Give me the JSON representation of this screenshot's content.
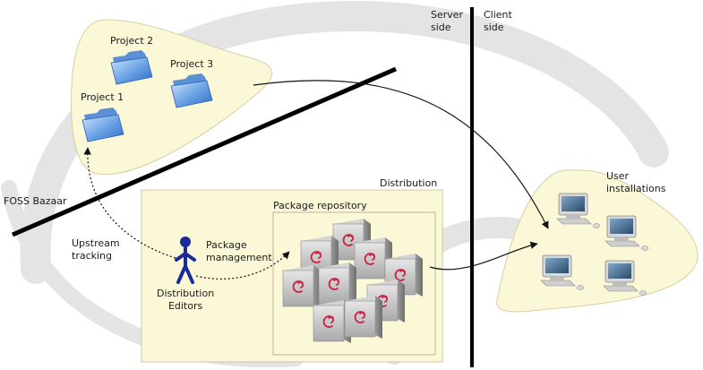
{
  "bazaar": {
    "label": "FOSS Bazaar",
    "projects": [
      {
        "label": "Project 2"
      },
      {
        "label": "Project 3"
      },
      {
        "label": "Project 1"
      }
    ]
  },
  "divider": {
    "server_line1": "Server",
    "server_line2": "side",
    "client_line1": "Client",
    "client_line2": "side"
  },
  "distribution": {
    "label": "Distribution",
    "repository_label": "Package repository",
    "upstream_line1": "Upstream",
    "upstream_line2": "tracking",
    "package_line1": "Package",
    "package_line2": "management",
    "editors_line1": "Distribution",
    "editors_line2": "Editors"
  },
  "client": {
    "line1": "User",
    "line2": "installations"
  },
  "colors": {
    "cream_fill": "#fbf8d8",
    "cream_stroke": "#d6d0a3",
    "person": "#1b2a9a",
    "swirl": "#cc2244",
    "background_swirl": "#e4e4e4"
  }
}
